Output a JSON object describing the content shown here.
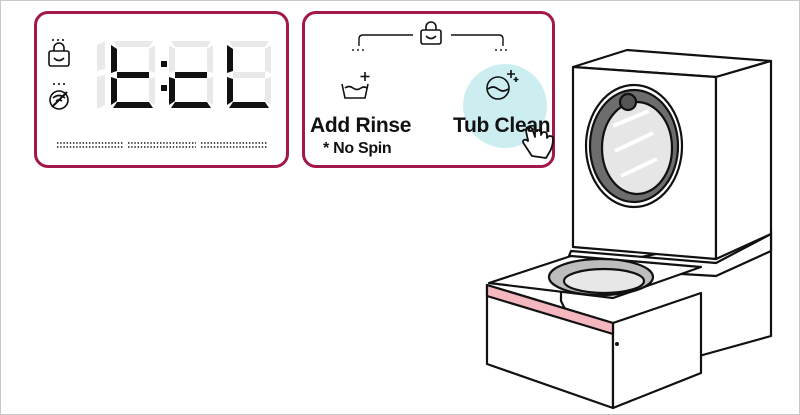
{
  "display": {
    "code_chars": [
      "t",
      "C",
      "L"
    ],
    "separator": ":"
  },
  "buttons": {
    "add_rinse": {
      "label": "Add Rinse",
      "note": "* No Spin"
    },
    "tub_clean": {
      "label": "Tub Clean",
      "highlighted": true
    }
  },
  "icons": {
    "display_top": "child-lock-icon",
    "display_bottom": "wifi-off-icon",
    "panel_top": "child-lock-icon",
    "add_rinse": "add-rinse-icon",
    "tub_clean": "tub-clean-icon",
    "pointer": "hand-pointer-icon"
  },
  "colors": {
    "panel_border": "#a3174a",
    "highlight": "#cdeef0",
    "drawer_accent": "#f4b6bf"
  }
}
